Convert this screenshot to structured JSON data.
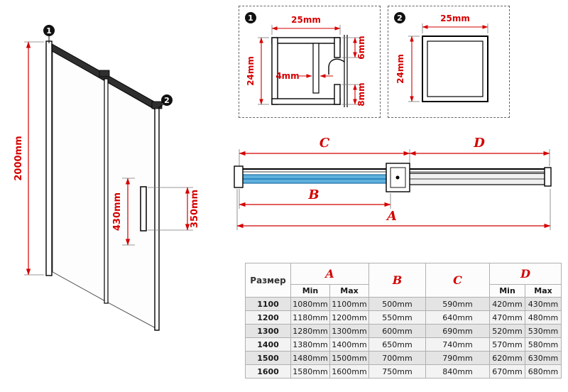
{
  "colors": {
    "dimension_red": "#d40000",
    "line_black": "#111111",
    "glass_blue": "#5fb0dd",
    "glass_blue_dark": "#1b6fa3",
    "table_border": "#b0b0b0",
    "row_shade": "#e4e4e4"
  },
  "elevation": {
    "height": "2000mm",
    "handle_outer": "430mm",
    "handle_inner": "350mm",
    "marker1": "1",
    "marker2": "2"
  },
  "detail1": {
    "marker": "1",
    "width": "25mm",
    "height": "24mm",
    "slot": "4mm",
    "gap_top": "6mm",
    "gap_bottom": "8mm"
  },
  "detail2": {
    "marker": "2",
    "width": "25mm",
    "height": "24mm"
  },
  "section": {
    "dim_a": "A",
    "dim_b": "B",
    "dim_c": "C",
    "dim_d": "D"
  },
  "table": {
    "header_size": "Размер",
    "header_a": "A",
    "header_b": "B",
    "header_c": "C",
    "header_d": "D",
    "min": "Min",
    "max": "Max",
    "rows": [
      {
        "size": "1100",
        "a_min": "1080mm",
        "a_max": "1100mm",
        "b": "500mm",
        "c": "590mm",
        "d_min": "420mm",
        "d_max": "430mm"
      },
      {
        "size": "1200",
        "a_min": "1180mm",
        "a_max": "1200mm",
        "b": "550mm",
        "c": "640mm",
        "d_min": "470mm",
        "d_max": "480mm"
      },
      {
        "size": "1300",
        "a_min": "1280mm",
        "a_max": "1300mm",
        "b": "600mm",
        "c": "690mm",
        "d_min": "520mm",
        "d_max": "530mm"
      },
      {
        "size": "1400",
        "a_min": "1380mm",
        "a_max": "1400mm",
        "b": "650mm",
        "c": "740mm",
        "d_min": "570mm",
        "d_max": "580mm"
      },
      {
        "size": "1500",
        "a_min": "1480mm",
        "a_max": "1500mm",
        "b": "700mm",
        "c": "790mm",
        "d_min": "620mm",
        "d_max": "630mm"
      },
      {
        "size": "1600",
        "a_min": "1580mm",
        "a_max": "1600mm",
        "b": "750mm",
        "c": "840mm",
        "d_min": "670mm",
        "d_max": "680mm"
      }
    ]
  }
}
